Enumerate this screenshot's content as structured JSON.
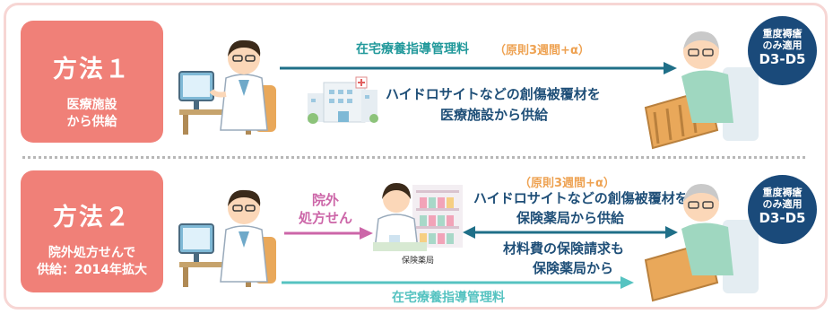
{
  "method1": {
    "title": "方法１",
    "sub1": "医療施設",
    "sub2": "から供給",
    "fee_label": "在宅療養指導管理料",
    "fee_note": "（原則3週間+α）",
    "supply1": "ハイドロサイトなどの創傷被覆材を",
    "supply2": "医療施設から供給",
    "badge1": "重度褥瘡",
    "badge2": "のみ適用",
    "badge3": "D3-D5"
  },
  "method2": {
    "title": "方法２",
    "sub1": "院外処方せんで",
    "sub2": "供給：2014年拡大",
    "rx1": "院外",
    "rx2": "処方せん",
    "pharmacy_label": "保険薬局",
    "note": "（原則3週間+α）",
    "supply1": "ハイドロサイトなどの創傷被覆材を",
    "supply2": "保険薬局から供給",
    "claim1": "材料費の保険請求も",
    "claim2": "保険薬局から",
    "fee_label": "在宅療養指導管理料",
    "badge1": "重度褥瘡",
    "badge2": "のみ適用",
    "badge3": "D3-D5"
  },
  "colors": {
    "method_box": "#f08078",
    "teal_arrow": "#1f6f88",
    "pink_arrow": "#cc66a8",
    "light_teal_arrow": "#56c3c1",
    "badge": "#1a4a7a",
    "frame": "#f7d6d4"
  }
}
